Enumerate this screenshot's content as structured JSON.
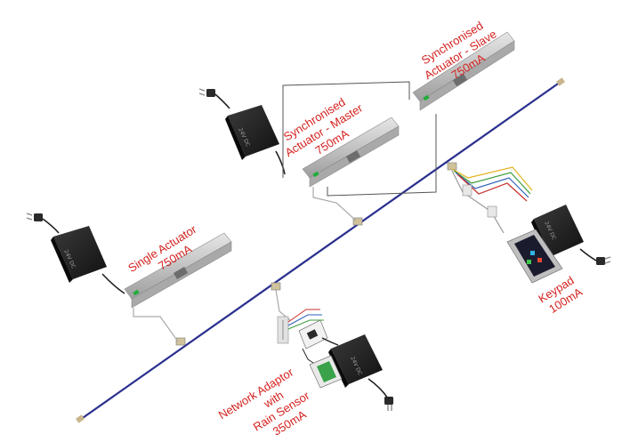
{
  "labels": {
    "single_actuator": [
      "Single Actuator",
      "750mA"
    ],
    "master_actuator": [
      "Synchronised",
      "Actuator - Master",
      "750mA"
    ],
    "slave_actuator": [
      "Synchronised",
      "Actuator - Slave",
      "750mA"
    ],
    "keypad": [
      "Keypad",
      "100mA"
    ],
    "network_adaptor": [
      "Network Adaptor",
      "with",
      "Rain Sensor",
      "350mA"
    ]
  },
  "power_supply_text": "24V DC",
  "colors": {
    "label": "#d4211e",
    "bus_cable": "#2a2f8f",
    "psu_body": "#1c1c1c",
    "actuator_body": "#c9c9c9",
    "led_green": "#1fae3a"
  },
  "icons": [
    "power-supply-icon",
    "plug-icon",
    "actuator-icon",
    "keypad-icon",
    "network-adaptor-icon",
    "rain-sensor-icon",
    "terminal-block-icon"
  ]
}
